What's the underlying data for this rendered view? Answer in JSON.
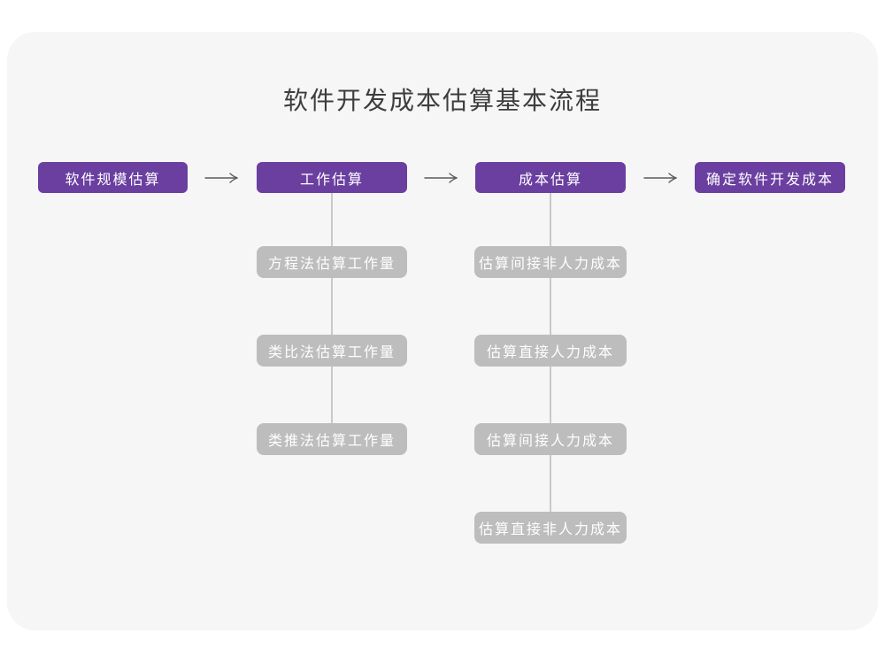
{
  "title": "软件开发成本估算基本流程",
  "flow": {
    "nodes": [
      "软件规模估算",
      "工作估算",
      "成本估算",
      "确定软件开发成本"
    ],
    "work_estimation_methods": [
      "方程法估算工作量",
      "类比法估算工作量",
      "类推法估算工作量"
    ],
    "cost_estimation_components": [
      "估算间接非人力成本",
      "估算直接人力成本",
      "估算间接人力成本",
      "估算直接非人力成本"
    ]
  },
  "colors": {
    "accent": "#6a3fa0",
    "sub-box": "#bdbdbd",
    "card-bg": "#f6f6f6",
    "connector": "#c9c9c9",
    "arrow": "#5a5a5a",
    "title-text": "#3d3d3d"
  }
}
